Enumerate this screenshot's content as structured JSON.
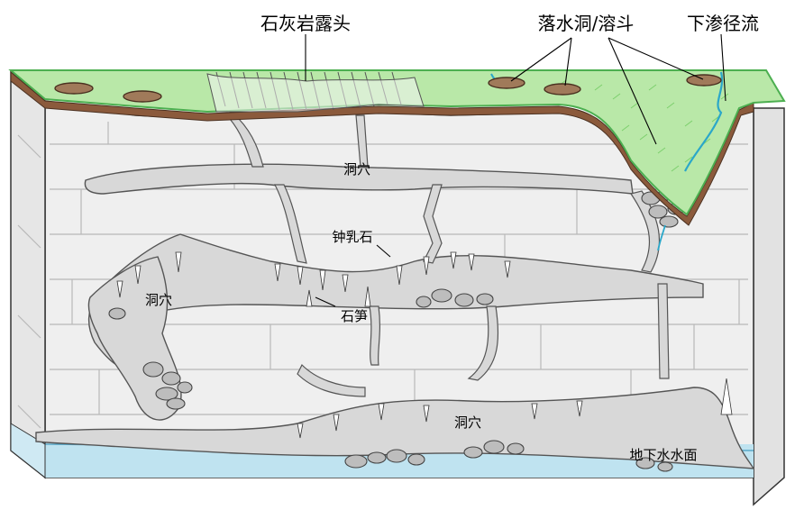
{
  "labels": {
    "limestone_outcrop": "石灰岩露头",
    "sinkhole_doline": "落水洞/溶斗",
    "infiltration_flow": "下渗径流",
    "cave_top": "洞穴",
    "stalactite": "钟乳石",
    "cave_left": "洞穴",
    "stalagmite": "石笋",
    "cave_bottom": "洞穴",
    "water_table": "地下水水面"
  },
  "colors": {
    "surface_green": "#b9e8a8",
    "surface_edge": "#4caf50",
    "soil_brown": "#8b5a3c",
    "limestone": "#f0f0f0",
    "cave_fill": "#d8d8d8",
    "water": "#bfe3f0",
    "stream": "#2aa7c9"
  }
}
